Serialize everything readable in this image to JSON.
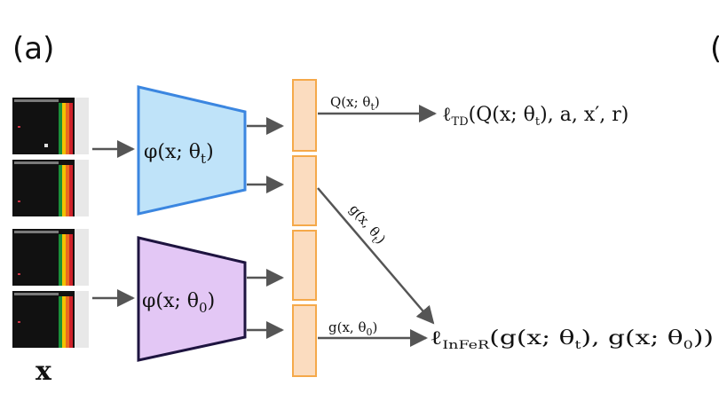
{
  "panel_left": "(a)",
  "panel_right_partial": "(",
  "input_label": "x",
  "encoders": [
    {
      "label": "φ(x; θ",
      "sub": "t",
      "tail": ")",
      "fill": "#bfe3f9",
      "stroke": "#3b86e0"
    },
    {
      "label": "φ(x; θ",
      "sub": "0",
      "tail": ")",
      "fill": "#e3c7f5",
      "stroke": "#1e1440"
    }
  ],
  "feature_fill": "#fbdcbf",
  "feature_stroke": "#f5a94a",
  "arrows": {
    "q_label": {
      "pre": "Q(x; θ",
      "sub": "t",
      "tail": ")"
    },
    "g_t_label": {
      "pre": "g(x, θ",
      "sub": "t",
      "tail": ")"
    },
    "g_0_label": {
      "pre": "g(x, θ",
      "sub": "0",
      "tail": ")"
    }
  },
  "losses": {
    "td": {
      "ell": "ℓ",
      "sub": "TD",
      "body_pre": "(Q(x; θ",
      "body_sub": "t",
      "body_tail": "), a, x′, r)"
    },
    "infer": {
      "ell": "ℓ",
      "sub": "InFeR",
      "body_pre": "(g(x; θ",
      "body_sub": "t",
      "body_mid": "), g(x; θ",
      "body_sub2": "0",
      "body_tail": "))"
    }
  }
}
